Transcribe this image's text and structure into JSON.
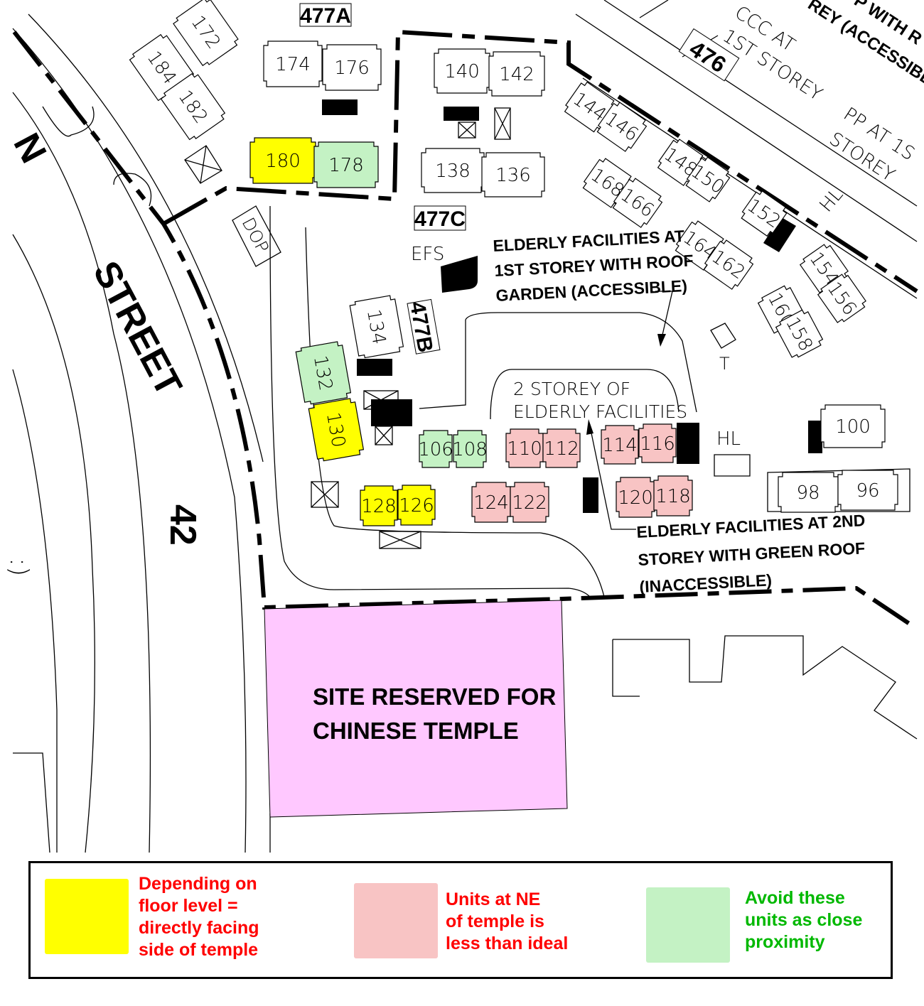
{
  "colors": {
    "yellow": "#ffff00",
    "pink": "#f8c4c4",
    "green": "#c4f2c4",
    "temple": "#ffc8ff",
    "red_text": "#ff0000",
    "green_text": "#00b800"
  },
  "blocks": [
    "477A",
    "477C",
    "477B",
    "476"
  ],
  "labels": {
    "efs": "EFS",
    "dop": "DOP",
    "t": "T",
    "hl1": "HL",
    "hl2": "HL",
    "street": "STREET",
    "street_no": "42",
    "partial_n": "N",
    "partial_paren": ":)",
    "ccc": "CCC AT",
    "ccc2": "1ST STOREY",
    "pp": "PP AT 1S",
    "pp2": "STOREY",
    "top_note1": "P WITH R",
    "top_note2": "REY (ACCESSIBL"
  },
  "annotations": {
    "elderly1_l1": "ELDERLY FACILITIES AT",
    "elderly1_l2": "1ST STOREY WITH ROOF",
    "elderly1_l3": "GARDEN (ACCESSIBLE)",
    "two_storey_l1": "2 STOREY OF",
    "two_storey_l2": "ELDERLY FACILITIES",
    "elderly2_l1": "ELDERLY FACILITIES AT 2ND",
    "elderly2_l2": "STOREY WITH GREEN ROOF",
    "elderly2_l3": "(INACCESSIBLE)",
    "temple_l1": "SITE RESERVED FOR",
    "temple_l2": "CHINESE TEMPLE"
  },
  "units": [
    {
      "no": "174",
      "cat": "none"
    },
    {
      "no": "176",
      "cat": "none"
    },
    {
      "no": "140",
      "cat": "none"
    },
    {
      "no": "142",
      "cat": "none"
    },
    {
      "no": "172",
      "cat": "none"
    },
    {
      "no": "184",
      "cat": "none"
    },
    {
      "no": "182",
      "cat": "none"
    },
    {
      "no": "180",
      "cat": "yellow"
    },
    {
      "no": "178",
      "cat": "green"
    },
    {
      "no": "138",
      "cat": "none"
    },
    {
      "no": "136",
      "cat": "none"
    },
    {
      "no": "144",
      "cat": "none"
    },
    {
      "no": "146",
      "cat": "none"
    },
    {
      "no": "148",
      "cat": "none"
    },
    {
      "no": "150",
      "cat": "none"
    },
    {
      "no": "168",
      "cat": "none"
    },
    {
      "no": "166",
      "cat": "none"
    },
    {
      "no": "152",
      "cat": "none"
    },
    {
      "no": "164",
      "cat": "none"
    },
    {
      "no": "162",
      "cat": "none"
    },
    {
      "no": "154",
      "cat": "none"
    },
    {
      "no": "156",
      "cat": "none"
    },
    {
      "no": "160",
      "cat": "none"
    },
    {
      "no": "158",
      "cat": "none"
    },
    {
      "no": "134",
      "cat": "none"
    },
    {
      "no": "132",
      "cat": "green"
    },
    {
      "no": "130",
      "cat": "yellow"
    },
    {
      "no": "106",
      "cat": "green"
    },
    {
      "no": "108",
      "cat": "green"
    },
    {
      "no": "110",
      "cat": "pink"
    },
    {
      "no": "112",
      "cat": "pink"
    },
    {
      "no": "114",
      "cat": "pink"
    },
    {
      "no": "116",
      "cat": "pink"
    },
    {
      "no": "100",
      "cat": "none"
    },
    {
      "no": "128",
      "cat": "yellow"
    },
    {
      "no": "126",
      "cat": "yellow"
    },
    {
      "no": "124",
      "cat": "pink"
    },
    {
      "no": "122",
      "cat": "pink"
    },
    {
      "no": "120",
      "cat": "pink"
    },
    {
      "no": "118",
      "cat": "pink"
    },
    {
      "no": "98",
      "cat": "none"
    },
    {
      "no": "96",
      "cat": "none"
    }
  ],
  "legend": [
    {
      "text_l1": "Depending on",
      "text_l2": "floor level =",
      "text_l3": "directly facing",
      "text_l4": "side of temple"
    },
    {
      "text_l1": "Units at NE",
      "text_l2": "of temple is",
      "text_l3": "less than ideal"
    },
    {
      "text_l1": "Avoid these",
      "text_l2": "units as close",
      "text_l3": "proximity"
    }
  ]
}
